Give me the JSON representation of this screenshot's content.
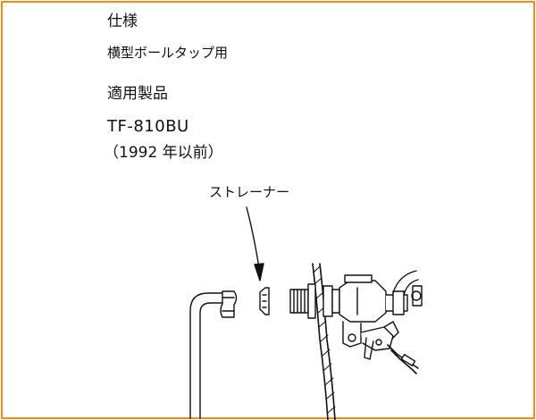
{
  "spec": {
    "heading": "仕様",
    "value": "横型ボールタップ用"
  },
  "product": {
    "heading": "適用製品",
    "model": "TF-810BU",
    "year": "（1992 年以前）"
  },
  "diagram": {
    "callout_label": "ストレーナー"
  },
  "colors": {
    "frame": "#f08c1a",
    "line": "#111111"
  }
}
